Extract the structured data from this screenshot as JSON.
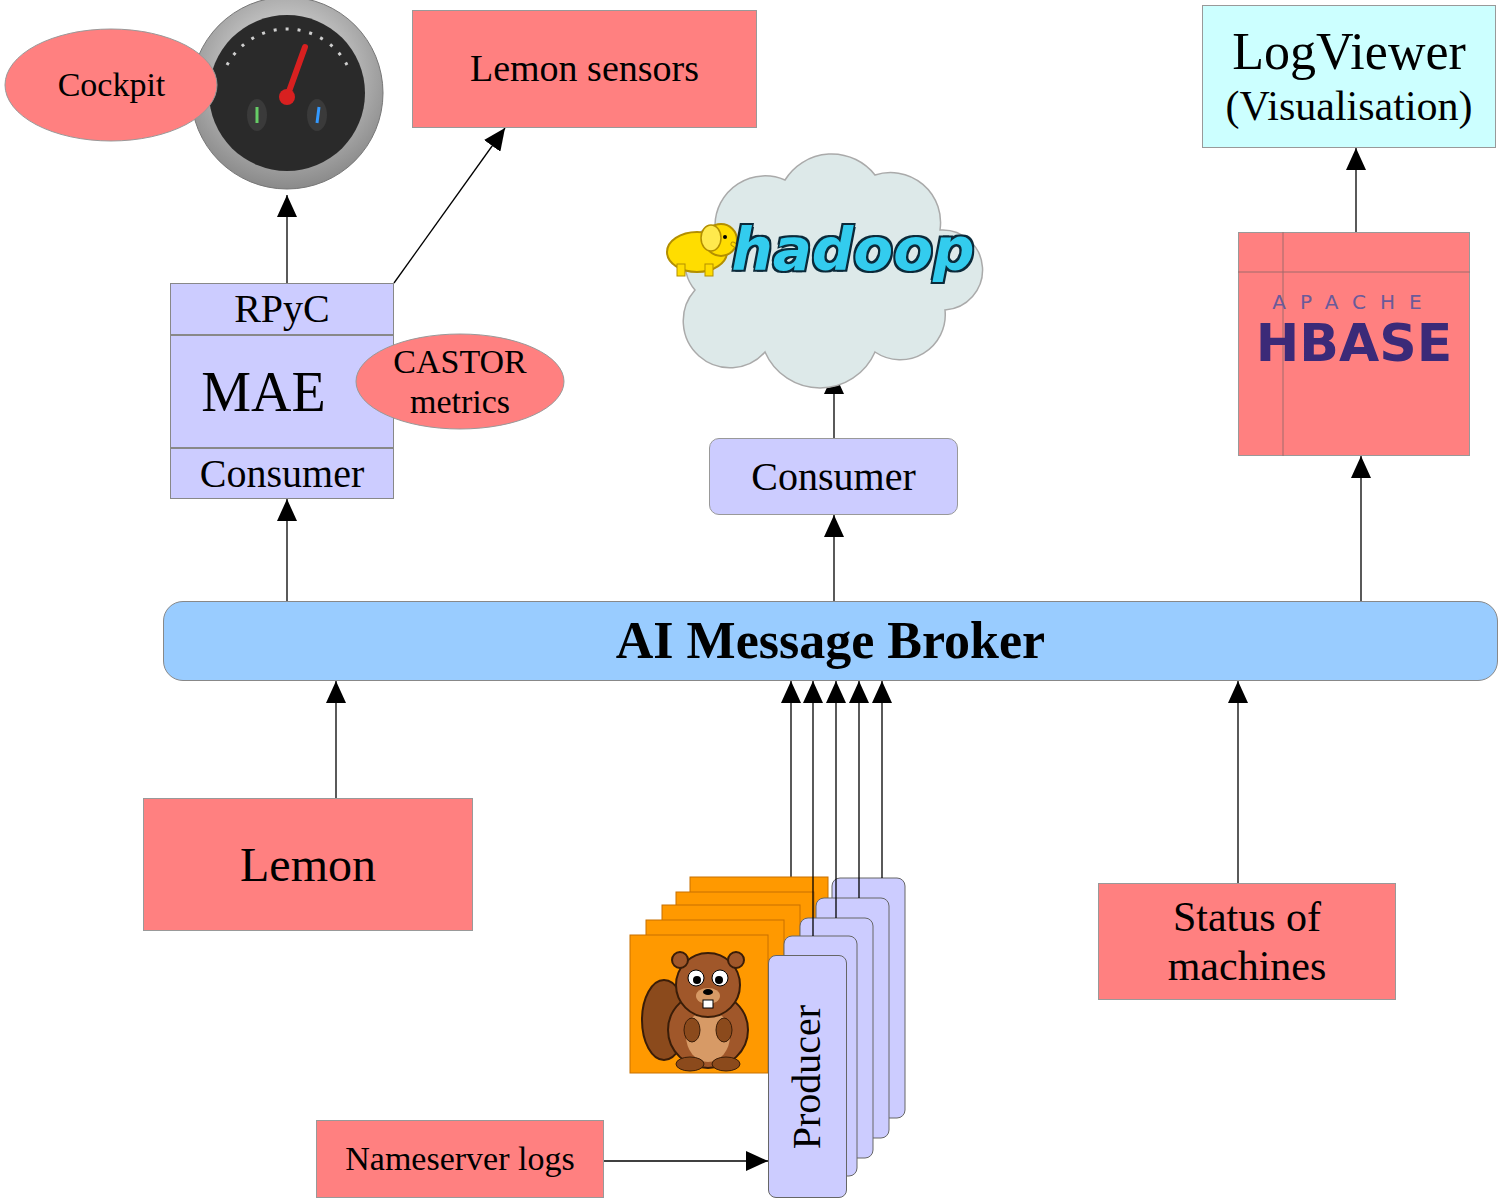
{
  "diagram": {
    "nodes": [
      {
        "text": [
          "Cockpit"
        ]
      },
      {
        "text": [
          "Lemon sensors"
        ]
      },
      {
        "text": [
          "LogViewer",
          "(Visualisation)"
        ]
      },
      {
        "text": [
          "hadoop"
        ]
      },
      {
        "text": [
          "RPyC"
        ]
      },
      {
        "text": [
          "MAE"
        ]
      },
      {
        "text": [
          "CASTOR metrics"
        ]
      },
      {
        "text": [
          "Consumer"
        ]
      },
      {
        "text": [
          "APACHE",
          "HBASE"
        ]
      },
      {
        "text": [
          "Consumer"
        ]
      },
      {
        "text": [
          "AI Message Broker"
        ]
      },
      {
        "text": [
          "Lemon"
        ]
      },
      {
        "text": [
          "Producer"
        ]
      },
      {
        "text": [
          "Status of machines"
        ]
      },
      {
        "text": [
          "Nameserver logs"
        ]
      }
    ],
    "edges": [
      {
        "from": 10,
        "to": 7,
        "arrow": "to"
      },
      {
        "from": 4,
        "to": 0,
        "arrow": "to"
      },
      {
        "from": 4,
        "to": 1,
        "arrow": "to"
      },
      {
        "from": 10,
        "to": 9,
        "arrow": "to"
      },
      {
        "from": 9,
        "to": 3,
        "arrow": "to"
      },
      {
        "from": 10,
        "to": 8,
        "arrow": "to"
      },
      {
        "from": 8,
        "to": 2,
        "arrow": "to"
      },
      {
        "from": 11,
        "to": 10,
        "arrow": "to"
      },
      {
        "from": 12,
        "to": 10,
        "arrow": "to"
      },
      {
        "from": 13,
        "to": 10,
        "arrow": "to"
      },
      {
        "from": 14,
        "to": 12,
        "arrow": "to"
      }
    ]
  }
}
